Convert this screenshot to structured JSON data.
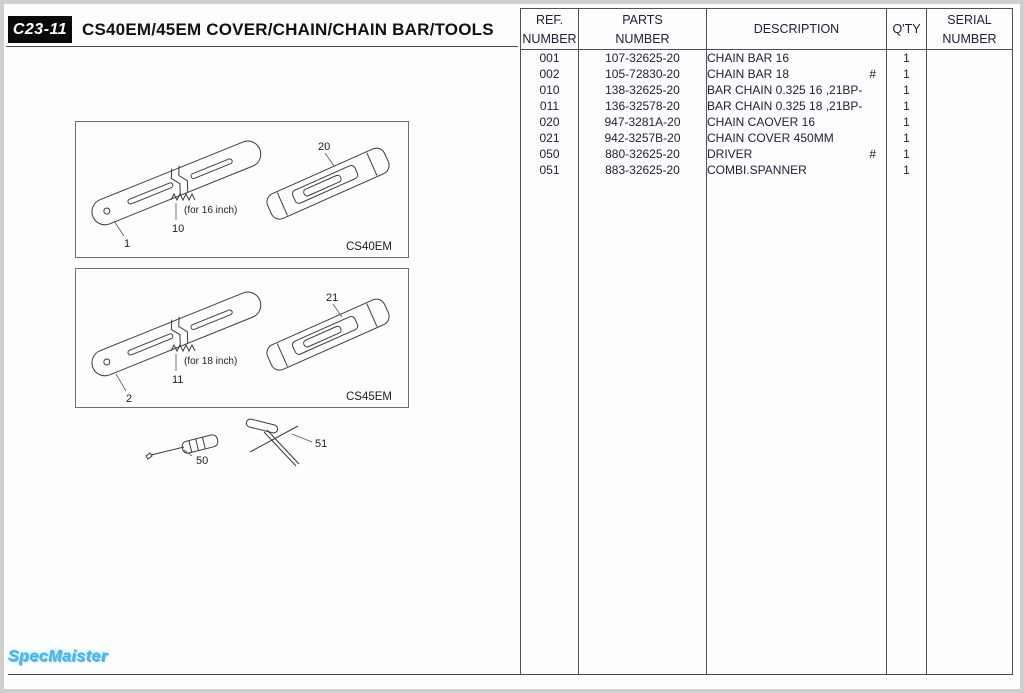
{
  "page": {
    "code": "C23-11",
    "title": "CS40EM/45EM COVER/CHAIN/CHAIN BAR/TOOLS",
    "watermark": "SpecMaister"
  },
  "table": {
    "headers": {
      "ref1": "REF.",
      "ref2": "NUMBER",
      "parts1": "PARTS",
      "parts2": "NUMBER",
      "description": "DESCRIPTION",
      "qty": "Q'TY",
      "serial1": "SERIAL",
      "serial2": "NUMBER"
    },
    "rows": [
      {
        "ref": "001",
        "part": "107-32625-20",
        "desc": "CHAIN BAR 16",
        "mark": "",
        "qty": "1"
      },
      {
        "ref": "002",
        "part": "105-72830-20",
        "desc": "CHAIN BAR 18",
        "mark": "#",
        "qty": "1"
      },
      {
        "ref": "010",
        "part": "138-32625-20",
        "desc": "BAR CHAIN 0.325 16 ,21BP-",
        "mark": "",
        "qty": "1"
      },
      {
        "ref": "011",
        "part": "136-32578-20",
        "desc": "BAR CHAIN 0.325 18 ,21BP-",
        "mark": "",
        "qty": "1"
      },
      {
        "ref": "020",
        "part": "947-3281A-20",
        "desc": "CHAIN CAOVER 16",
        "mark": "",
        "qty": "1"
      },
      {
        "ref": "021",
        "part": "942-3257B-20",
        "desc": "CHAIN COVER 450MM",
        "mark": "",
        "qty": "1"
      },
      {
        "ref": "050",
        "part": "880-32625-20",
        "desc": "DRIVER",
        "mark": "#",
        "qty": "1"
      },
      {
        "ref": "051",
        "part": "883-32625-20",
        "desc": "COMBI.SPANNER",
        "mark": "",
        "qty": "1"
      }
    ]
  },
  "diagrams": {
    "cs40em": {
      "bar": "1",
      "chain": "10",
      "size_note": "(for 16 inch)",
      "cover": "20",
      "model": "CS40EM"
    },
    "cs45em": {
      "bar": "2",
      "chain": "11",
      "size_note": "(for 18 inch)",
      "cover": "21",
      "model": "CS45EM"
    },
    "tools": {
      "driver": "50",
      "spanner": "51"
    }
  }
}
